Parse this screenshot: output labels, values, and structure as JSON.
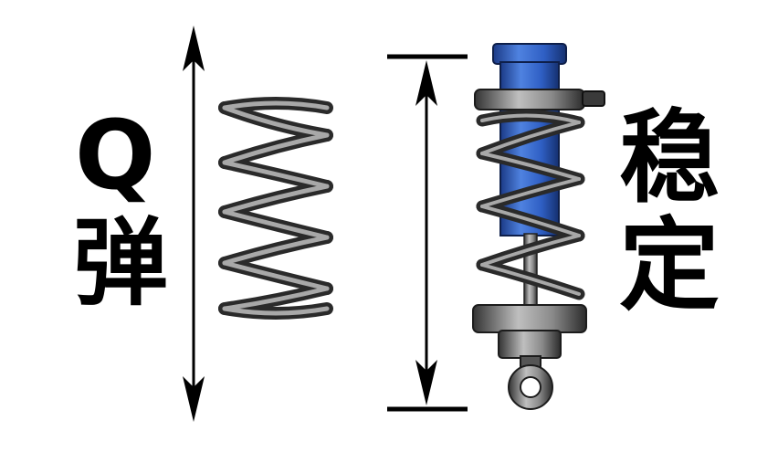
{
  "labels": {
    "left_top": "Q",
    "left_bottom": "弹",
    "right_top": "稳",
    "right_bottom": "定"
  },
  "colors": {
    "spring_dark": "#2a2a2a",
    "spring_mid": "#6b6b6b",
    "spring_light": "#b8b8b8",
    "cylinder_blue": "#2f5fc4",
    "cylinder_dark": "#1b3a86",
    "text": "#000000"
  },
  "icons": {
    "left_spring": "coil-spring",
    "right_shock": "coilover-shock-absorber",
    "dimension_arrows": "double-headed-arrow"
  }
}
